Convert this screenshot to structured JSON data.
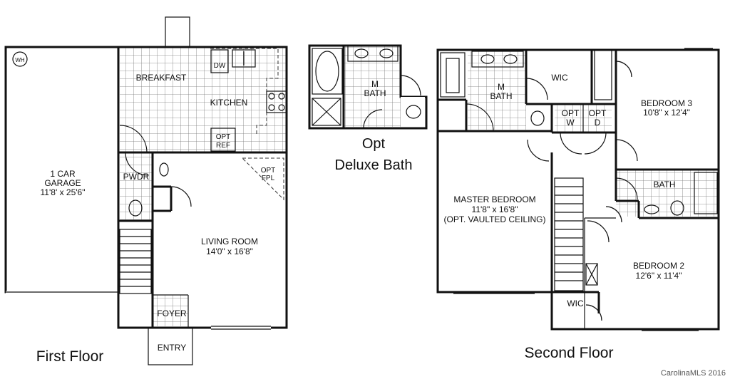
{
  "first_floor": {
    "caption": "First Floor",
    "wh": "WH",
    "garage": [
      "1 CAR",
      "GARAGE",
      "11'8' x 25'6\""
    ],
    "breakfast": "BREAKFAST",
    "kitchen": "KITCHEN",
    "dw": "DW",
    "opt_ref": [
      "OPT",
      "REF"
    ],
    "opt_fpl": [
      "OPT",
      "FPL"
    ],
    "pwdr": "PWDR",
    "living_room": [
      "LIVING ROOM",
      "14'0\" x 16'8\""
    ],
    "foyer": "FOYER",
    "entry": "ENTRY"
  },
  "deluxe_bath": {
    "caption": [
      "Opt",
      "Deluxe Bath"
    ],
    "m_bath": [
      "M",
      "BATH"
    ]
  },
  "second_floor": {
    "caption": "Second Floor",
    "m_bath": [
      "M",
      "BATH"
    ],
    "wic_top": "WIC",
    "opt_w": [
      "OPT",
      "W"
    ],
    "opt_d": [
      "OPT",
      "D"
    ],
    "bedroom3": [
      "BEDROOM 3",
      "10'8\" x 12'4\""
    ],
    "bath": "BATH",
    "master_bedroom": [
      "MASTER BEDROOM",
      "11'8\" x 16'8\"",
      "(OPT. VAULTED CEILING)"
    ],
    "bedroom2": [
      "BEDROOM 2",
      "12'6\" x 11'4\""
    ],
    "wic_bottom": "WIC"
  },
  "watermark": "CarolinaMLS 2016"
}
